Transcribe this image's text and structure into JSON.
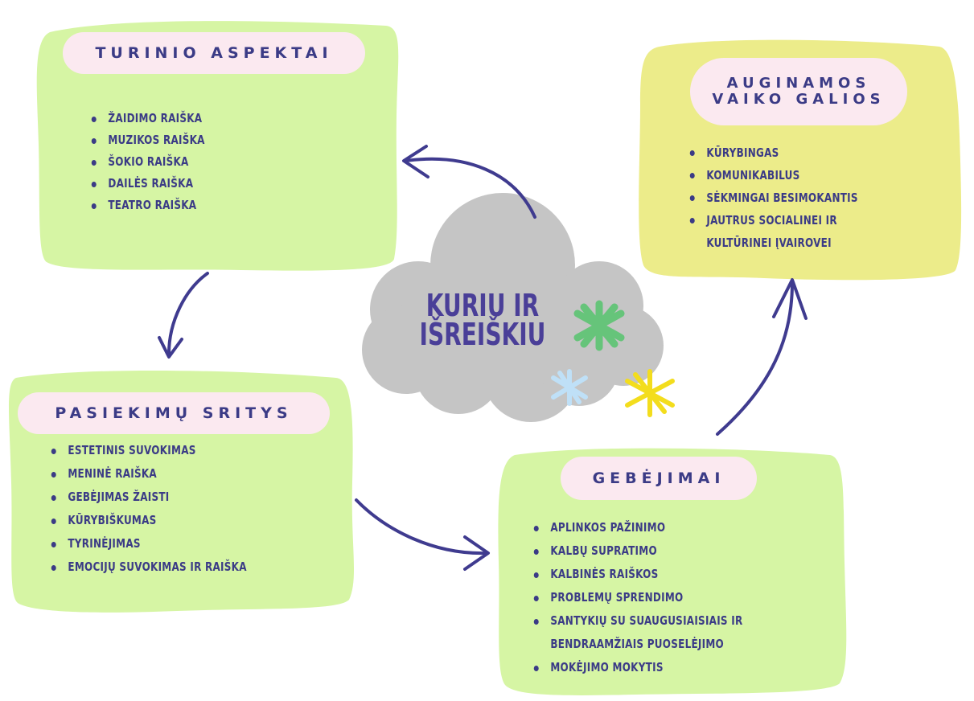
{
  "boxes": {
    "turinio": {
      "title": "TURINIO ASPEKTAI",
      "items": [
        "ŽAIDIMO RAIŠKA",
        "MUZIKOS RAIŠKA",
        "ŠOKIO RAIŠKA",
        "DAILĖS RAIŠKA",
        "TEATRO RAIŠKA"
      ]
    },
    "auginamos": {
      "title_line1": "AUGINAMOS",
      "title_line2": "VAIKO GALIOS",
      "items": [
        "KŪRYBINGAS",
        "KOMUNIKABILUS",
        "SĖKMINGAI BESIMOKANTIS",
        "JAUTRUS SOCIALINEI IR",
        "KULTŪRINEI ĮVAIROVEI"
      ]
    },
    "pasiekimu": {
      "title": "PASIEKIMŲ SRITYS",
      "items": [
        "ESTETINIS SUVOKIMAS",
        "MENINĖ RAIŠKA",
        "GEBĖJIMAS ŽAISTI",
        "KŪRYBIŠKUMAS",
        "TYRINĖJIMAS",
        "EMOCIJŲ SUVOKIMAS IR RAIŠKA"
      ]
    },
    "gebejimai": {
      "title": "GEBĖJIMAI",
      "items": [
        "APLINKOS PAŽINIMO",
        "KALBŲ SUPRATIMO",
        "KALBINĖS RAIŠKOS",
        "PROBLEMŲ SPRENDIMO",
        "SANTYKIŲ SU SUAUGUSIAISIAIS IR",
        "BENDRAAMŽIAIS PUOSELĖJIMO",
        "MOKĖJIMO MOKYTIS"
      ]
    }
  },
  "center": {
    "line1": "KURIU IR",
    "line2": "IŠREIŠKIU"
  },
  "colors": {
    "green_box": "#d6f5a4",
    "yellow_box": "#ecec8a",
    "pill": "#fbe9f0",
    "text": "#3b3b86",
    "cloud": "#c5c5c5",
    "arrow": "#3f3b8f",
    "star_green": "#66c47a",
    "star_blue": "#bfe0f7",
    "star_yellow": "#f3dd1d"
  }
}
